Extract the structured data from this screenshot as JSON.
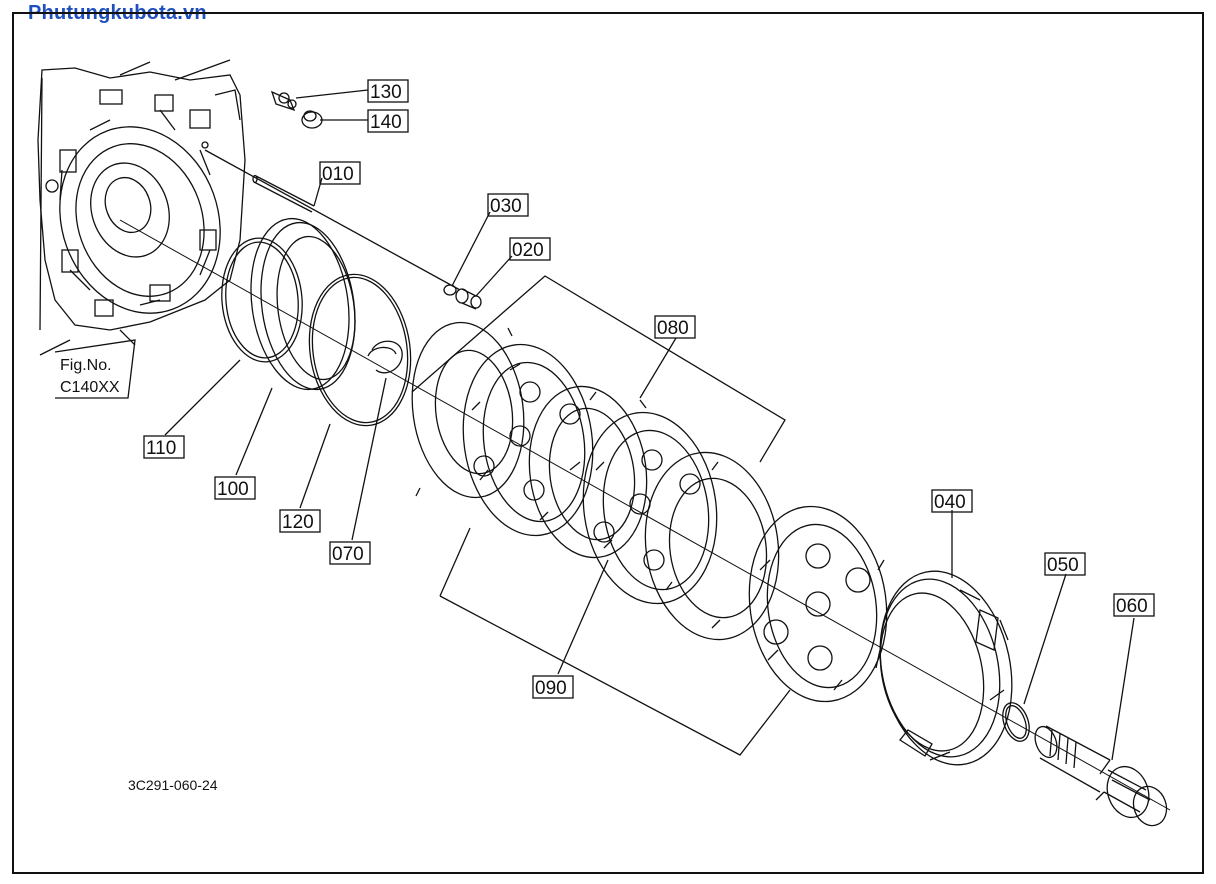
{
  "watermark": "Phutungkubota.vn",
  "drawing_code": "3C291-060-24",
  "fig_ref": {
    "line1": "Fig.No.",
    "line2": "C140XX"
  },
  "parts": {
    "p130": "130",
    "p140": "140",
    "p010": "010",
    "p030": "030",
    "p020": "020",
    "p080": "080",
    "p110": "110",
    "p100": "100",
    "p120": "120",
    "p070": "070",
    "p090": "090",
    "p040": "040",
    "p050": "050",
    "p060": "060"
  }
}
